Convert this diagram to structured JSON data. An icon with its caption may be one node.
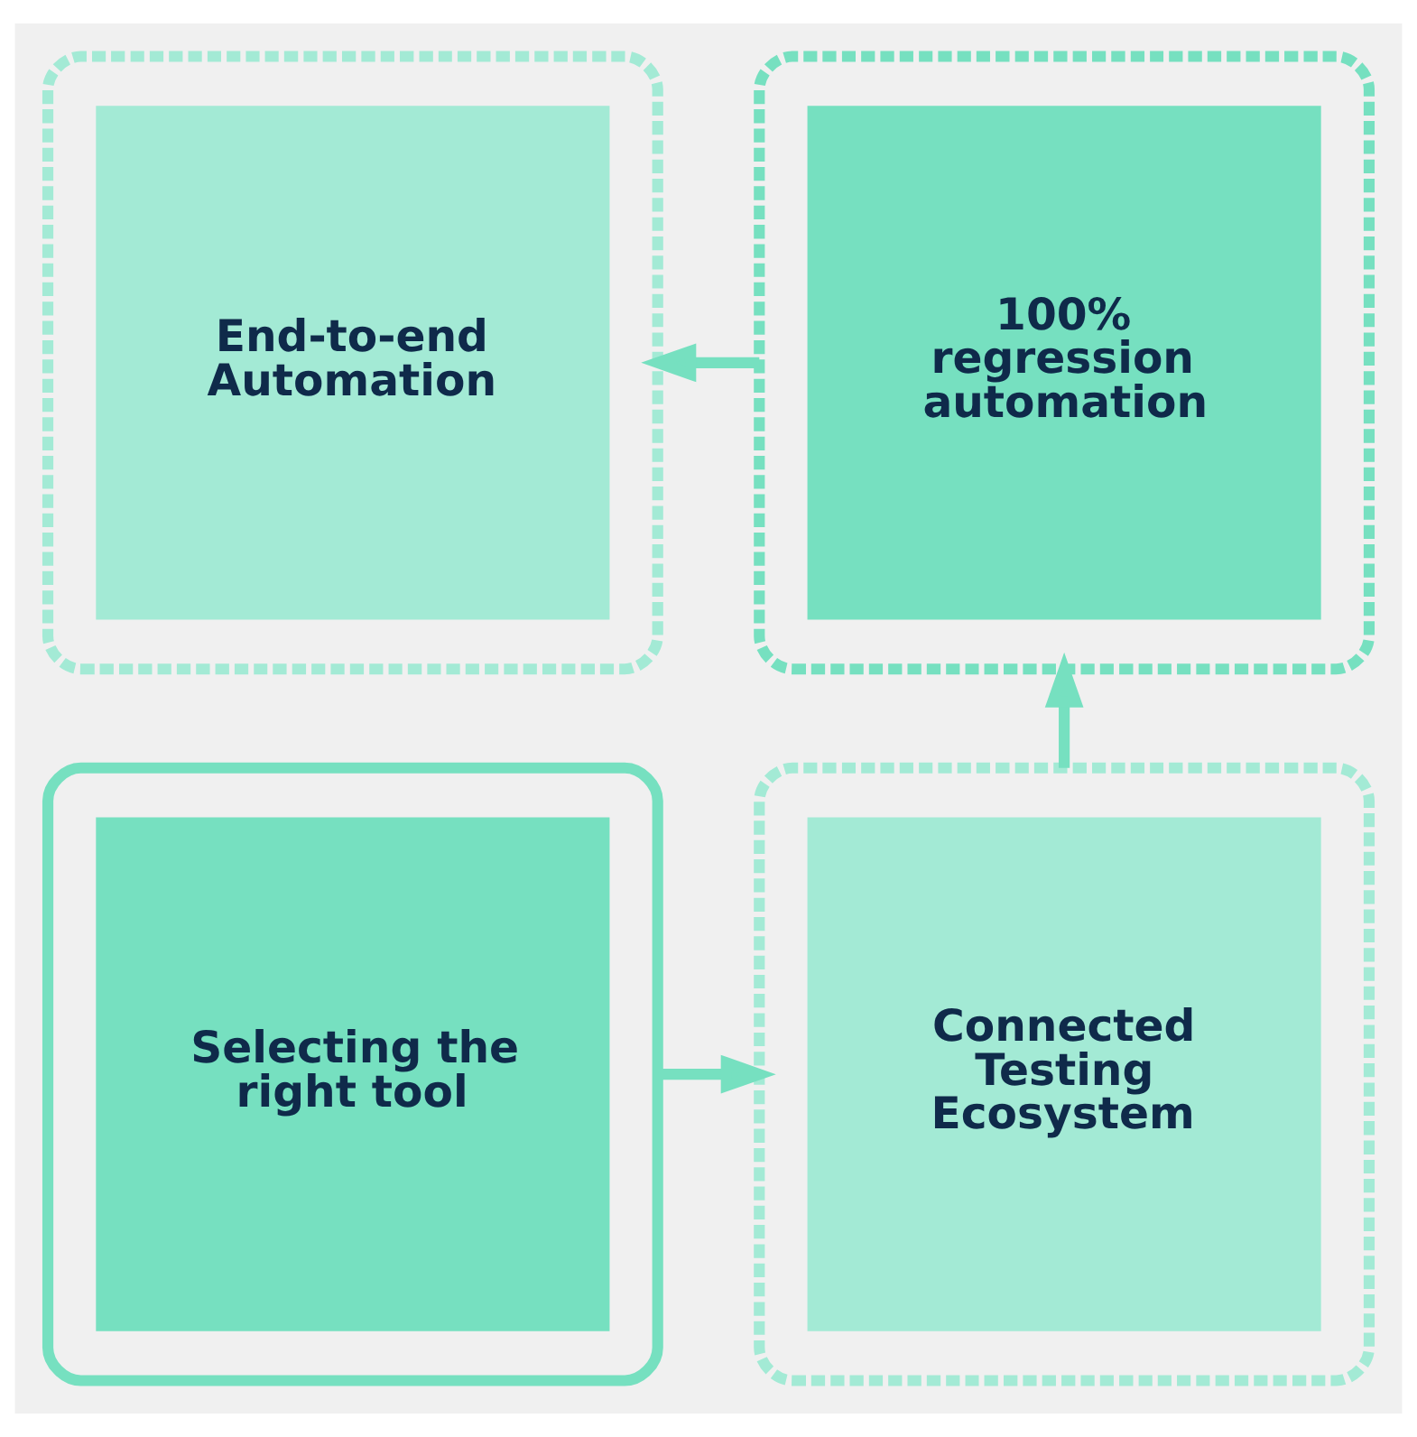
{
  "diagram": {
    "nodes": [
      {
        "text": [],
        "shape": "box"
      },
      {
        "text": [
          "End-to-end Automation"
        ],
        "in": 0
      },
      {
        "text": [],
        "shape": "box"
      },
      {
        "text": [
          "100% regression automation"
        ],
        "in": 2
      },
      {
        "text": [],
        "shape": "box"
      },
      {
        "text": [
          "Selecting the right tool"
        ],
        "in": 4
      },
      {
        "text": [],
        "shape": "box"
      },
      {
        "text": [
          "Connected Testing Ecosystem"
        ],
        "in": 6
      }
    ],
    "edges": [
      {
        "from": 4,
        "to": 6,
        "arrow": "to"
      },
      {
        "from": 6,
        "to": 2,
        "arrow": "to"
      },
      {
        "from": 2,
        "to": 0,
        "arrow": "to"
      }
    ]
  }
}
